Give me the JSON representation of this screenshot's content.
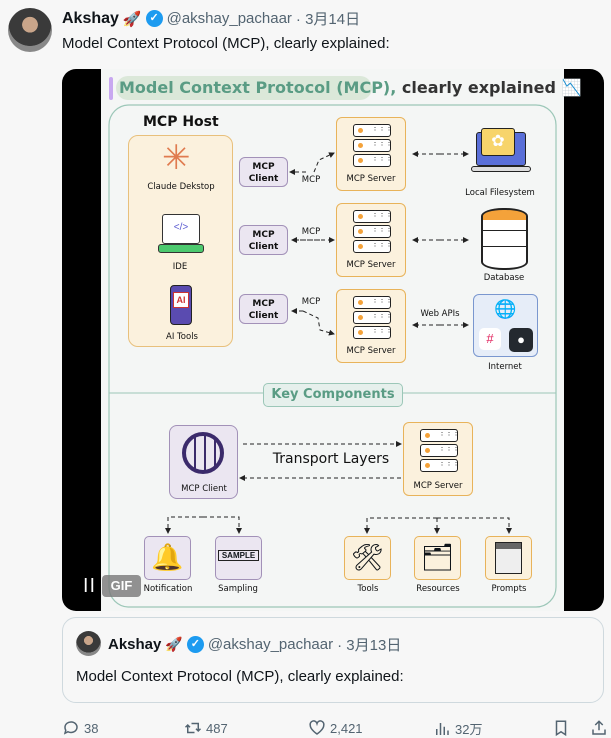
{
  "tweet": {
    "name": "Akshay",
    "emoji": "🚀",
    "handle": "@akshay_pachaar",
    "date": "· 3月14日",
    "text": "Model Context Protocol (MCP), clearly explained:"
  },
  "media": {
    "badge": "GIF",
    "state": "pause-icon",
    "diagram": {
      "title_highlight": "Model Context Protocol (MCP),",
      "title_rest": "clearly explained",
      "host_title": "MCP Host",
      "host_apps": [
        "Claude Dekstop",
        "IDE",
        "AI Tools"
      ],
      "client_label_1": "MCP",
      "client_label_2": "Client",
      "protocol": "MCP",
      "server": "MCP Server",
      "resources": [
        "Local Filesystem",
        "Database",
        "Internet"
      ],
      "web_apis": "Web APIs",
      "key_components": "Key Components",
      "kc_client": "MCP Client",
      "kc_server": "MCP Server",
      "transport": "Transport Layers",
      "client_features": [
        "Notification",
        "Sampling"
      ],
      "server_features": [
        "Tools",
        "Resources",
        "Prompts"
      ],
      "sample_stamp": "SAMPLE"
    }
  },
  "quote": {
    "name": "Akshay",
    "emoji": "🚀",
    "handle": "@akshay_pachaar",
    "date": "· 3月13日",
    "text": "Model Context Protocol (MCP), clearly explained:"
  },
  "actions": {
    "replies": "38",
    "reposts": "487",
    "likes": "2,421",
    "views": "32万"
  },
  "colors": {
    "accent": "#1d9bf0",
    "title_green": "#5a9c84",
    "client_purple": "#a291b8",
    "server_orange": "#e8b35a"
  }
}
